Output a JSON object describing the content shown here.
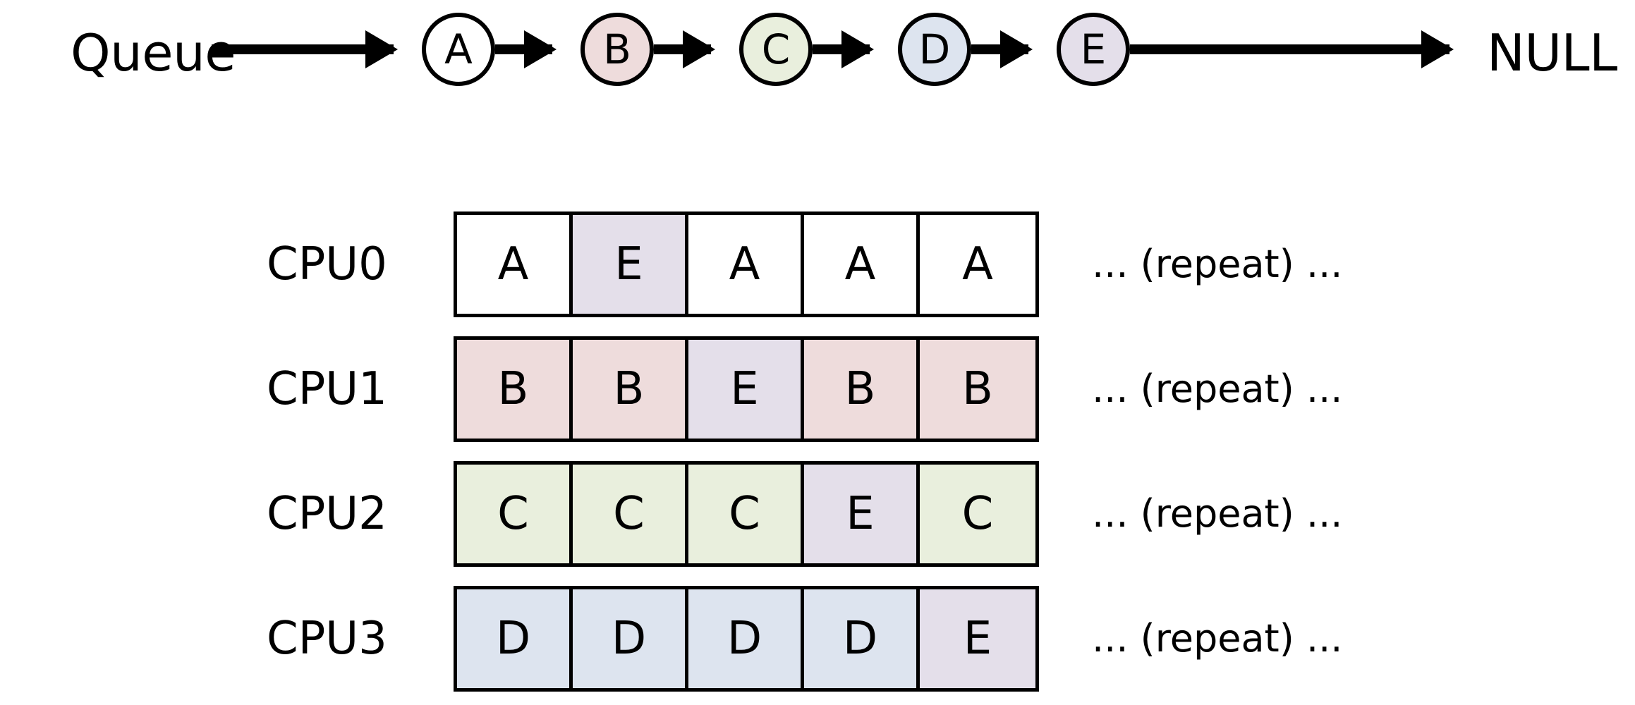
{
  "palette": {
    "task_a": "#ffffff",
    "task_b": "#eedcdc",
    "task_c": "#e9efdd",
    "task_d": "#dde4ef",
    "task_e": "#e4dfea",
    "stroke": "#000000",
    "background": "#ffffff"
  },
  "queue": {
    "start_label": "Queue",
    "end_label": "NULL",
    "nodes": [
      {
        "label": "A",
        "color": "#ffffff"
      },
      {
        "label": "B",
        "color": "#eedcdc"
      },
      {
        "label": "C",
        "color": "#e9efdd"
      },
      {
        "label": "D",
        "color": "#dde4ef"
      },
      {
        "label": "E",
        "color": "#e4dfea"
      }
    ]
  },
  "cpu_rows": [
    {
      "label": "CPU0",
      "repeat_note": "... (repeat) ...",
      "cells": [
        {
          "label": "A",
          "color": "#ffffff"
        },
        {
          "label": "E",
          "color": "#e4dfea"
        },
        {
          "label": "A",
          "color": "#ffffff"
        },
        {
          "label": "A",
          "color": "#ffffff"
        },
        {
          "label": "A",
          "color": "#ffffff"
        }
      ]
    },
    {
      "label": "CPU1",
      "repeat_note": "... (repeat) ...",
      "cells": [
        {
          "label": "B",
          "color": "#eedcdc"
        },
        {
          "label": "B",
          "color": "#eedcdc"
        },
        {
          "label": "E",
          "color": "#e4dfea"
        },
        {
          "label": "B",
          "color": "#eedcdc"
        },
        {
          "label": "B",
          "color": "#eedcdc"
        }
      ]
    },
    {
      "label": "CPU2",
      "repeat_note": "... (repeat) ...",
      "cells": [
        {
          "label": "C",
          "color": "#e9efdd"
        },
        {
          "label": "C",
          "color": "#e9efdd"
        },
        {
          "label": "C",
          "color": "#e9efdd"
        },
        {
          "label": "E",
          "color": "#e4dfea"
        },
        {
          "label": "C",
          "color": "#e9efdd"
        }
      ]
    },
    {
      "label": "CPU3",
      "repeat_note": "... (repeat) ...",
      "cells": [
        {
          "label": "D",
          "color": "#dde4ef"
        },
        {
          "label": "D",
          "color": "#dde4ef"
        },
        {
          "label": "D",
          "color": "#dde4ef"
        },
        {
          "label": "D",
          "color": "#dde4ef"
        },
        {
          "label": "E",
          "color": "#e4dfea"
        }
      ]
    }
  ]
}
